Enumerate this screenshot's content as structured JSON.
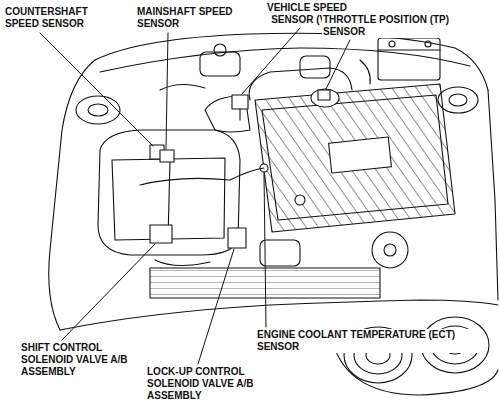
{
  "diagram": {
    "labels": [
      "COUNTERSHAFT SPEED SENSOR",
      "MAINSHAFT SPEED SENSOR",
      "VEHICLE SPEED SENSOR (VSS)",
      "THROTTLE POSITION (TP) SENSOR",
      "SHIFT CONTROL SOLENOID VALVE A/B ASSEMBLY",
      "LOCK-UP CONTROL SOLENOID VALVE A/B ASSEMBLY",
      "ENGINE COOLANT TEMPERATURE (ECT) SENSOR"
    ]
  }
}
